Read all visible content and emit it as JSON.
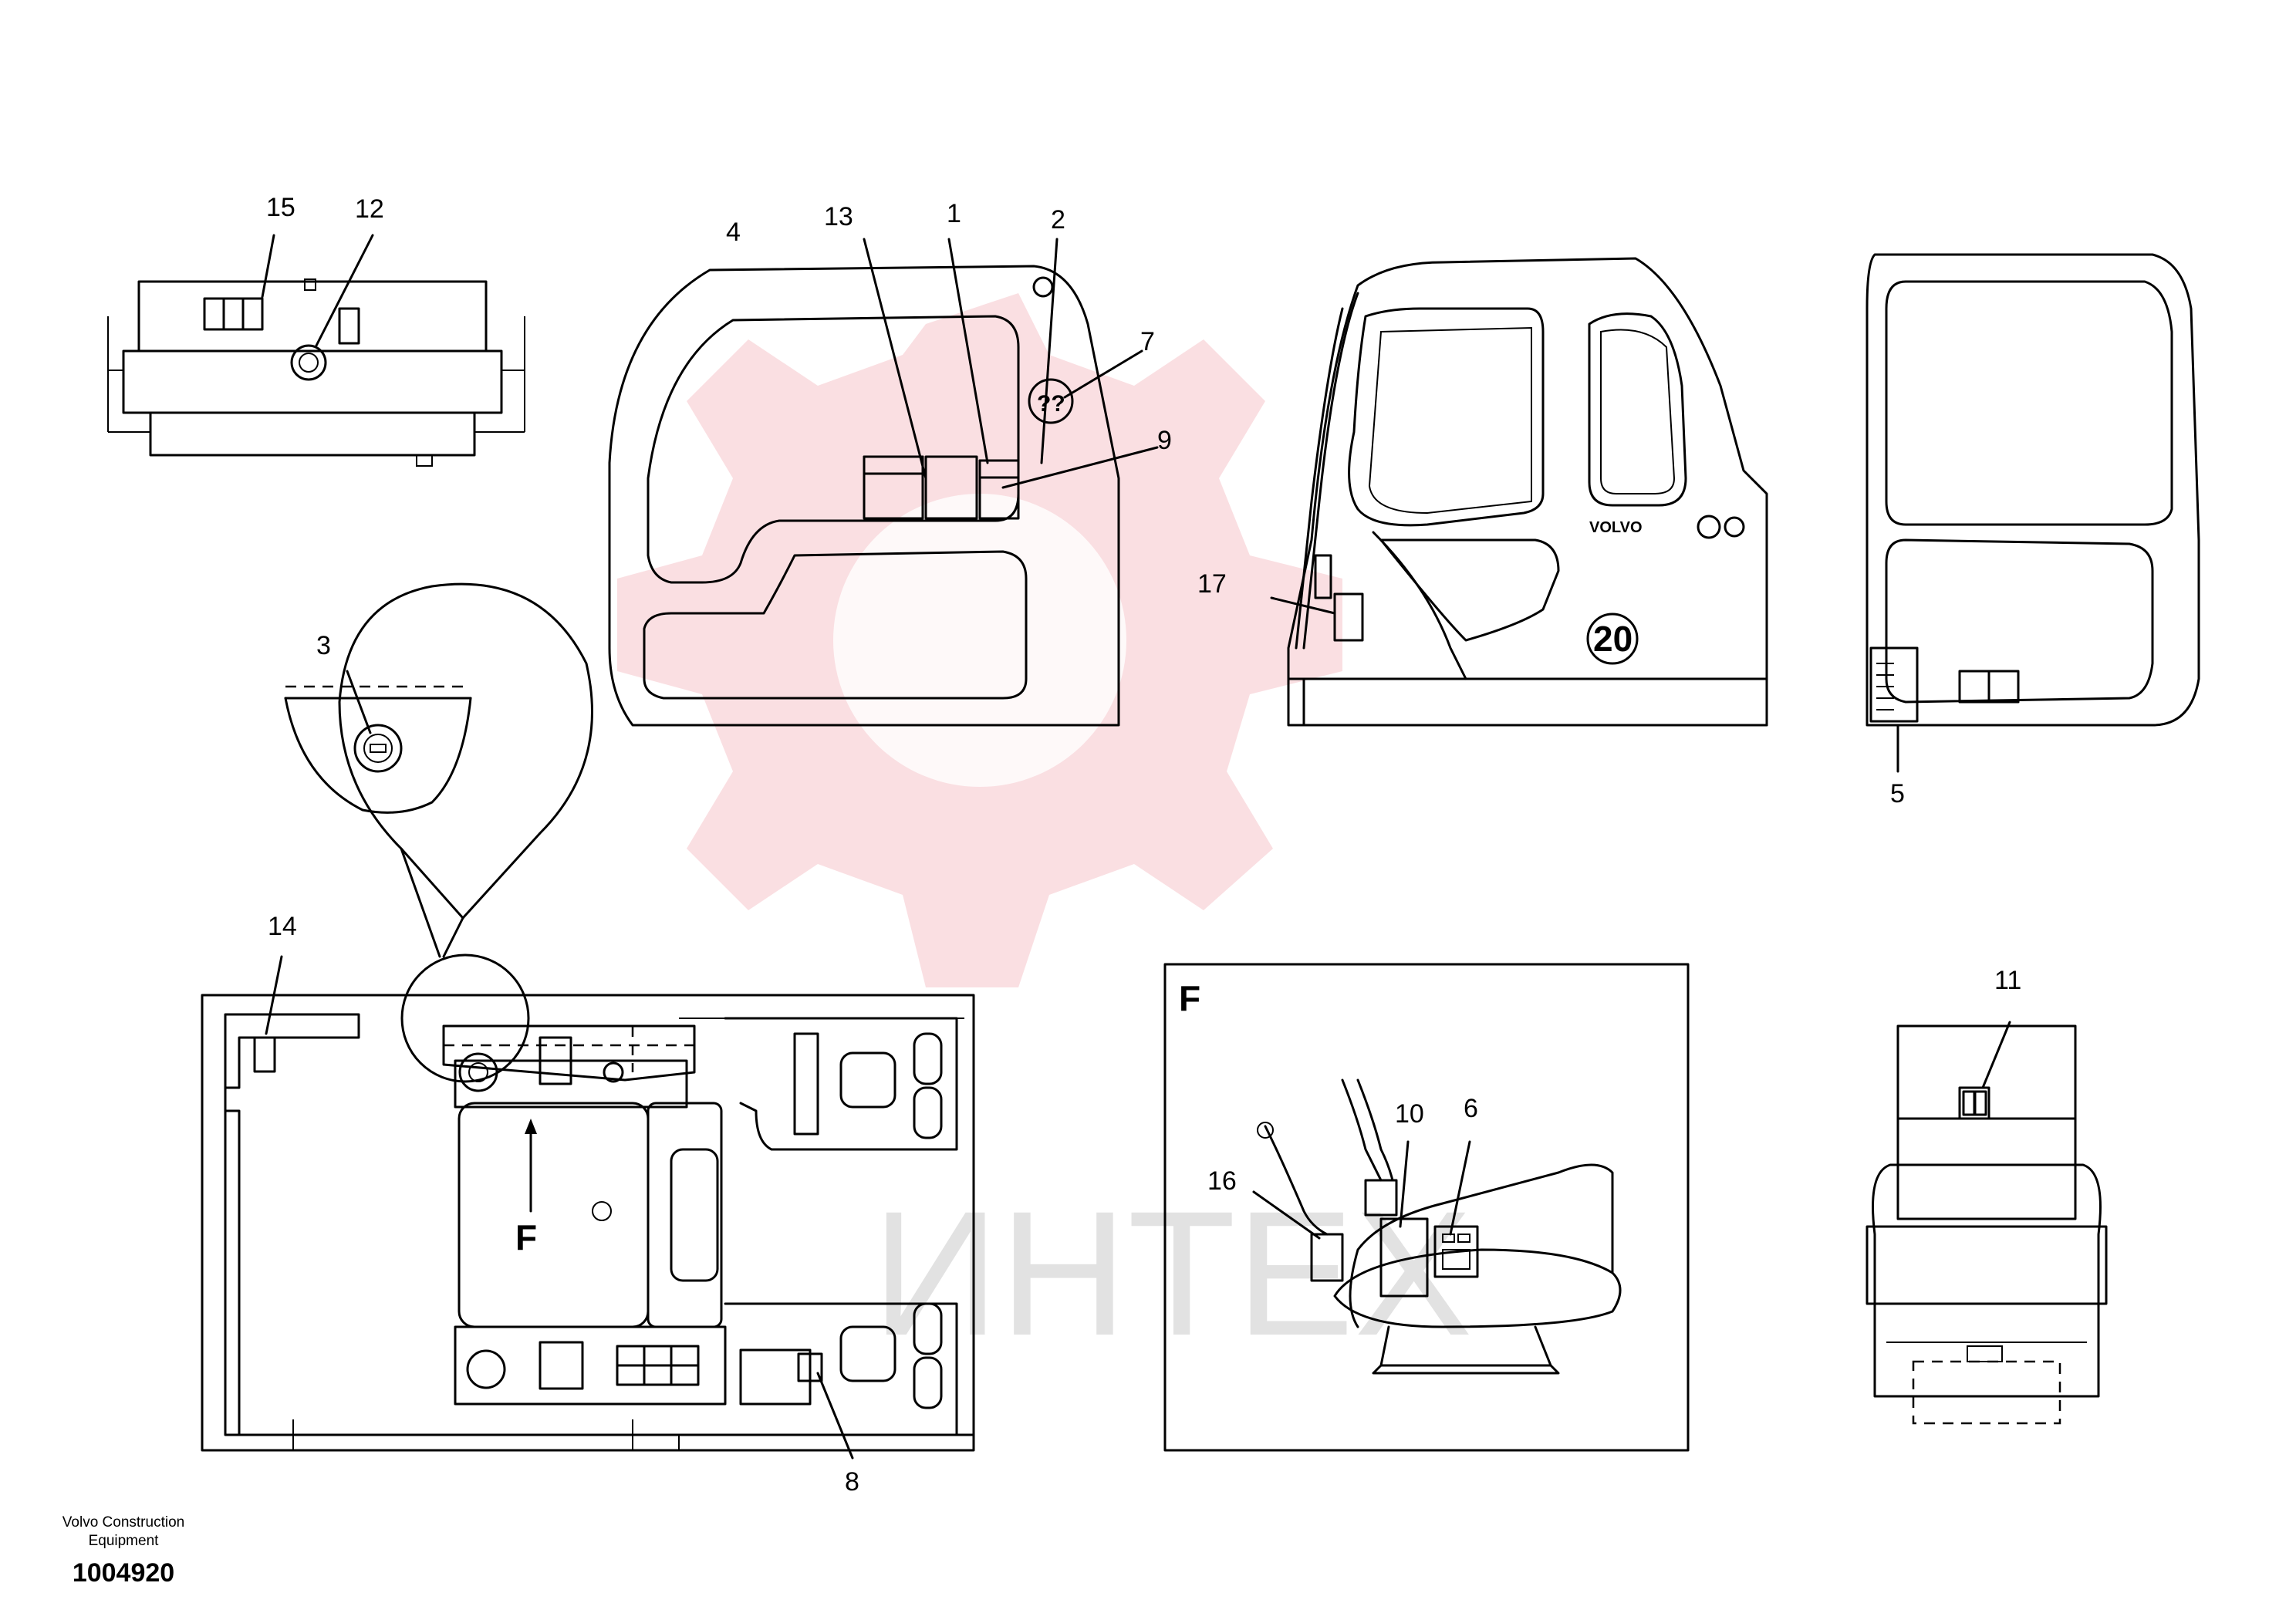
{
  "diagram": {
    "callouts": [
      "1",
      "2",
      "3",
      "4",
      "5",
      "6",
      "7",
      "8",
      "9",
      "10",
      "11",
      "12",
      "13",
      "14",
      "15",
      "16",
      "17"
    ],
    "view_labels": {
      "detail_f": "F",
      "arrow_f": "F"
    },
    "cab_markings": {
      "brand": "VOLVO",
      "decal_20": "20"
    },
    "watermark": "ИНТЕХ"
  },
  "footer": {
    "company_line1": "Volvo Construction",
    "company_line2": "Equipment",
    "drawing_number": "1004920"
  }
}
